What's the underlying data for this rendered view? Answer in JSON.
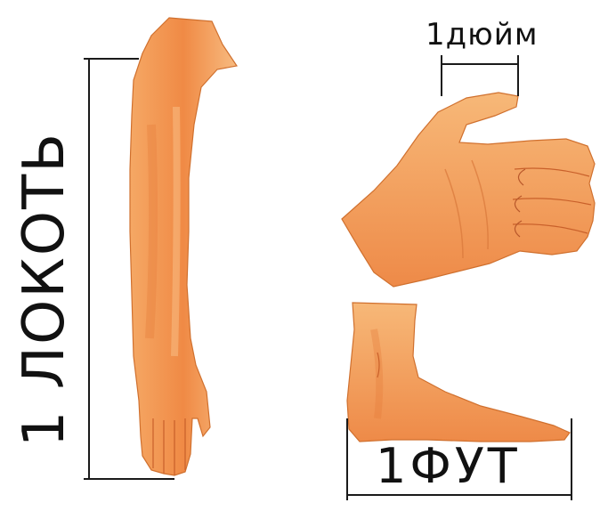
{
  "labels": {
    "elbow": "1 ЛОКОТЬ",
    "inch": "1дюйм",
    "foot": "1ФУТ"
  },
  "colors": {
    "skin_light": "#f7b779",
    "skin_mid": "#f08f4c",
    "skin_dark": "#d2662c",
    "line": "#1a1a1a"
  },
  "icons": [
    "arm-illustration",
    "hand-illustration",
    "foot-illustration"
  ]
}
